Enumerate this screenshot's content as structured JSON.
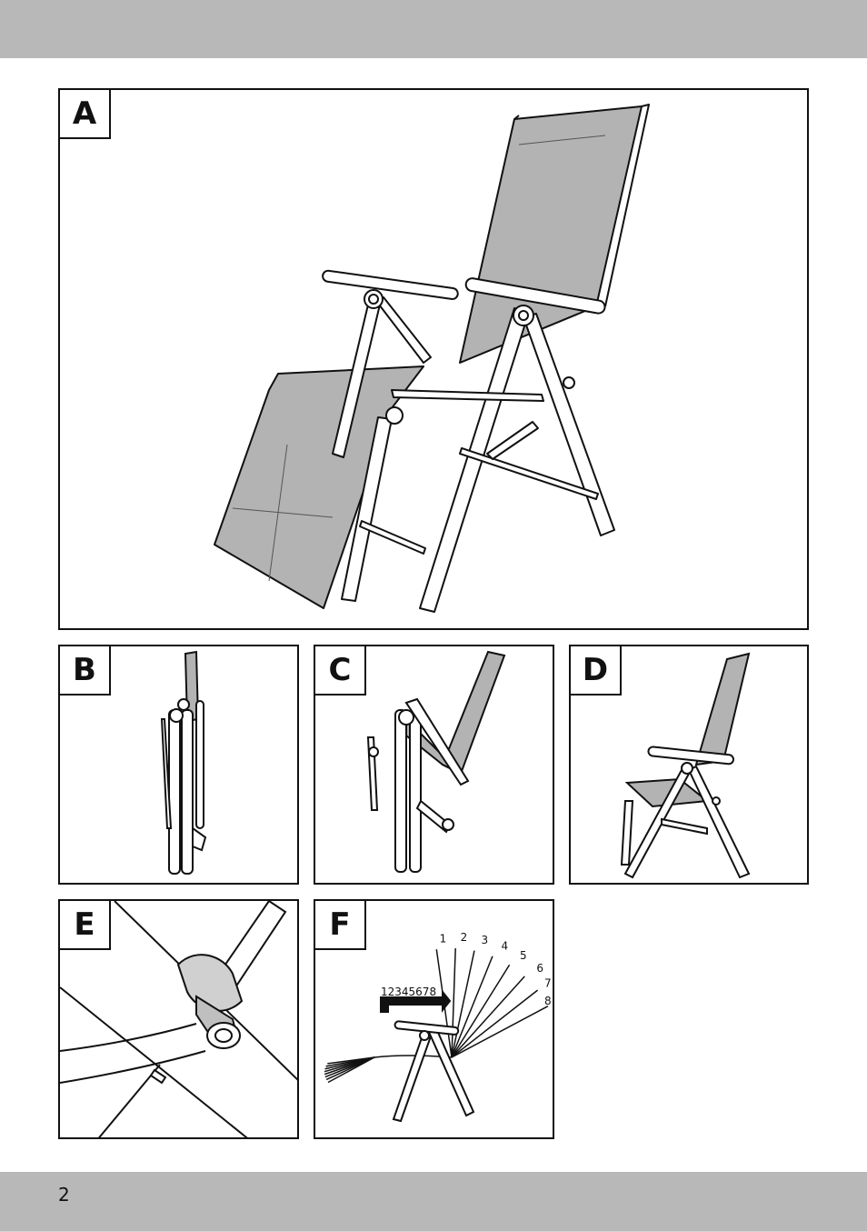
{
  "page": {
    "number": "2"
  },
  "panels": {
    "a": {
      "label": "A"
    },
    "b": {
      "label": "B"
    },
    "c": {
      "label": "C"
    },
    "d": {
      "label": "D"
    },
    "e": {
      "label": "E"
    },
    "f": {
      "label": "F",
      "positions_arc": [
        "1",
        "2",
        "3",
        "4",
        "5",
        "6",
        "7",
        "8"
      ],
      "positions_arrow": "12345678"
    }
  },
  "colors": {
    "bar": "#b8b8b8",
    "fabric": "#b3b3b3",
    "line": "#111111"
  }
}
